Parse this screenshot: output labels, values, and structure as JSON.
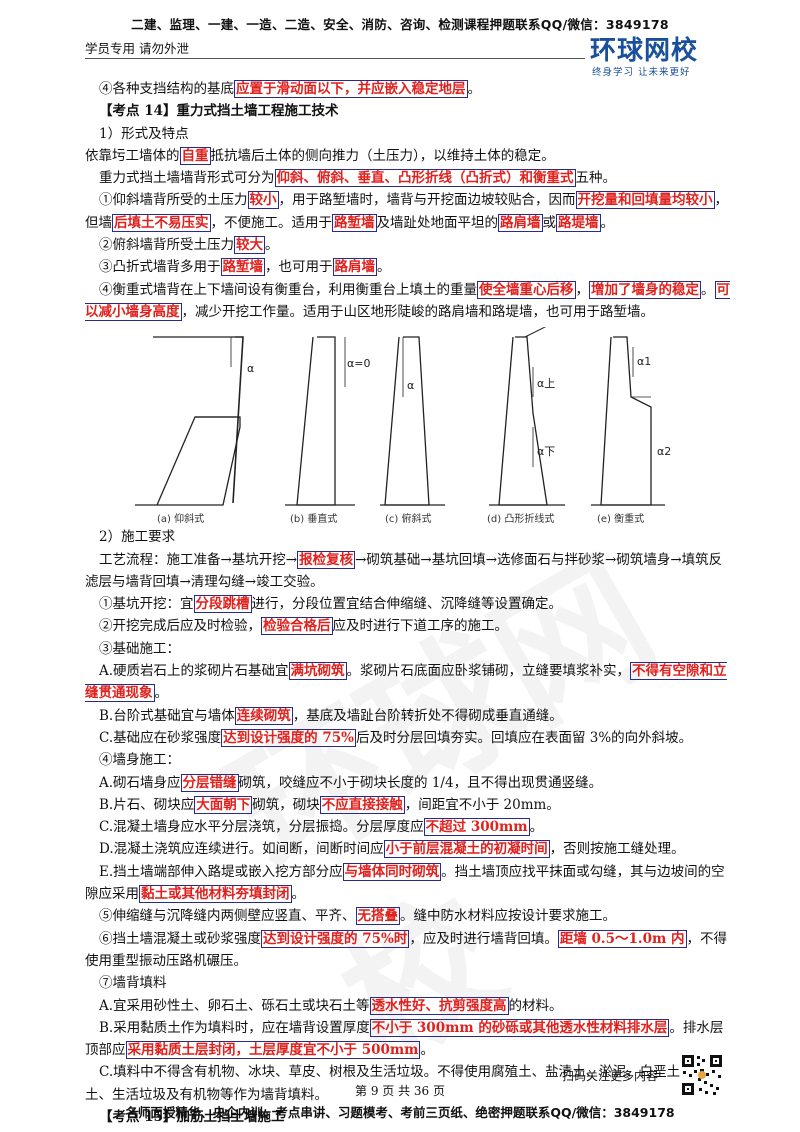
{
  "header": {
    "top_line": "二建、监理、一建、一造、二造、安全、消防、咨询、检测课程押题联系QQ/微信：3849178",
    "left_text": "学员专用 请勿外泄",
    "logo_text": "环球网校",
    "logo_slogan": "终身学习 让未来更好"
  },
  "content": {
    "l1_a": "④各种支挡结构的基底",
    "l1_hl": "应置于滑动面以下，并应嵌入稳定地层",
    "l1_b": "。",
    "s14_title": "【考点 14】重力式挡土墙工程施工技术",
    "s14_sub1": "1）形式及特点",
    "p1_a": "依靠圬工墙体的",
    "p1_hl": "自重",
    "p1_b": "抵抗墙后土体的侧向推力（土压力），以维持土体的稳定。",
    "p2_a": "重力式挡土墙墙背形式可分为",
    "p2_hl": "仰斜、俯斜、垂直、凸形折线（凸折式）和衡重式",
    "p2_b": "五种。",
    "p3_a": "①仰斜墙背所受的土压力",
    "p3_hl1": "较小",
    "p3_b": "，用于路堑墙时，墙背与开挖面边坡较贴合，因而",
    "p3_hl2": "开挖量和回填量均较小",
    "p3_c": "，但墙",
    "p3_hl3": "后填土不易压实",
    "p3_d": "，不便施工。适用于",
    "p3_hl4": "路堑墙",
    "p3_e": "及墙趾处地面平坦的",
    "p3_hl5": "路肩墙",
    "p3_f": "或",
    "p3_hl6": "路堤墙",
    "p3_g": "。",
    "p4_a": "②俯斜墙背所受土压力",
    "p4_hl": "较大",
    "p4_b": "。",
    "p5_a": "③凸折式墙背多用于",
    "p5_hl1": "路堑墙",
    "p5_b": "，也可用于",
    "p5_hl2": "路肩墙",
    "p5_c": "。",
    "p6_a": "④衡重式墙背在上下墙间设有衡重台，利用衡重台上填土的重量",
    "p6_hl1": "使全墙重心后移",
    "p6_b": "，",
    "p6_hl2": "增加了墙身的稳定",
    "p6_c": "。",
    "p6_hl3": "可以减小墙身高度",
    "p6_d": "，减少开挖工作量。适用于山区地形陡峻的路肩墙和路堤墙，也可用于路堑墙。",
    "s14_sub2": "2）施工要求",
    "p7_a": "工艺流程：施工准备→基坑开挖→",
    "p7_hl": "报检复核",
    "p7_b": "→砌筑基础→基坑回填→选修面石与拌砂浆→砌筑墙身→填筑反滤层与墙背回填→清理勾缝→竣工交验。",
    "p8_a": "①基坑开挖：宜",
    "p8_hl": "分段跳槽",
    "p8_b": "进行，分段位置宜结合伸缩缝、沉降缝等设置确定。",
    "p9_a": "②开挖完成后应及时检验，",
    "p9_hl": "检验合格后",
    "p9_b": "应及时进行下道工序的施工。",
    "p10": "③基础施工：",
    "p11_a": "A.硬质岩石上的浆砌片石基础宜",
    "p11_hl1": "满坑砌筑",
    "p11_b": "。浆砌片石底面应卧浆铺砌，立缝要填浆补实，",
    "p11_hl2": "不得有空隙和立缝贯通现象",
    "p11_c": "。",
    "p12_a": "B.台阶式基础宜与墙体",
    "p12_hl": "连续砌筑",
    "p12_b": "，基底及墙趾台阶转折处不得砌成垂直通缝。",
    "p13_a": "C.基础应在砂浆强度",
    "p13_hl": "达到设计强度的 75%",
    "p13_b": "后及时分层回填夯实。回填应在表面留 3%的向外斜坡。",
    "p14": "④墙身施工：",
    "p15_a": "A.砌石墙身应",
    "p15_hl": "分层错缝",
    "p15_b": "砌筑，咬缝应不小于砌块长度的 1/4，且不得出现贯通竖缝。",
    "p16_a": "B.片石、砌块应",
    "p16_hl1": "大面朝下",
    "p16_b": "砌筑，砌块",
    "p16_hl2": "不应直接接触",
    "p16_c": "，间距宜不小于 20mm。",
    "p17_a": "C.混凝土墙身应水平分层浇筑，分层振捣。分层厚度应",
    "p17_hl": "不超过 300mm",
    "p17_b": "。",
    "p18_a": "D.混凝土浇筑应连续进行。如间断，间断时间应",
    "p18_hl": "小于前层混凝土的初凝时间",
    "p18_b": "，否则按施工缝处理。",
    "p19_a": "E.挡土墙端部伸入路堤或嵌入挖方部分应",
    "p19_hl1": "与墙体同时砌筑",
    "p19_b": "。挡土墙顶应找平抹面或勾缝，其与边坡间的空隙应采用",
    "p19_hl2": "黏土或其他材料夯填封闭",
    "p19_c": "。",
    "p20_a": "⑤伸缩缝与沉降缝内两侧壁应竖直、平齐、",
    "p20_hl": "无搭叠",
    "p20_b": "。缝中防水材料应按设计要求施工。",
    "p21_a": "⑥挡土墙混凝土或砂浆强度",
    "p21_hl1": "达到设计强度的 75%时",
    "p21_b": "，应及时进行墙背回填。",
    "p21_hl2": "距墙 0.5～1.0m 内",
    "p21_c": "，不得使用重型振动压路机碾压。",
    "p22": "⑦墙背填料",
    "p23_a": "A.宜采用砂性土、卵石土、砾石土或块石土等",
    "p23_hl": "透水性好、抗剪强度高",
    "p23_b": "的材料。",
    "p24_a": "B.采用黏质土作为填料时，应在墙背设置厚度",
    "p24_hl1": "不小于 300mm 的砂砾或其他透水性材料排水层",
    "p24_b": "。排水层顶部应",
    "p24_hl2": "采用黏质土层封闭，土层厚度宜不小于 500mm",
    "p24_c": "。",
    "p25": "C.填料中不得含有机物、冰块、草皮、树根及生活垃圾。不得使用腐殖土、盐渍土、淤泥、白垩土、硅藻土、生活垃圾及有机物等作为墙背填料。",
    "s15_title": "【考点 15】加筋土挡土墙施工"
  },
  "figure": {
    "captions": [
      "(a) 仰斜式",
      "(b) 垂直式",
      "(c) 俯斜式",
      "(d) 凸形折线式",
      "(e) 衡重式"
    ],
    "labels": {
      "alpha": "α",
      "alpha_zero": "α=0",
      "alpha_top": "α上",
      "alpha_bottom": "α下",
      "alpha_1": "α1",
      "alpha_2": "α2"
    }
  },
  "footer": {
    "page": "第 9 页 共 36 页",
    "qr_text": "扫码关注更多内容",
    "bottom_line": "名师面授精华、央企内训、考点串讲、习题模考、考前三页纸、绝密押题联系QQ/微信：3849178"
  },
  "watermark": "环球网校"
}
